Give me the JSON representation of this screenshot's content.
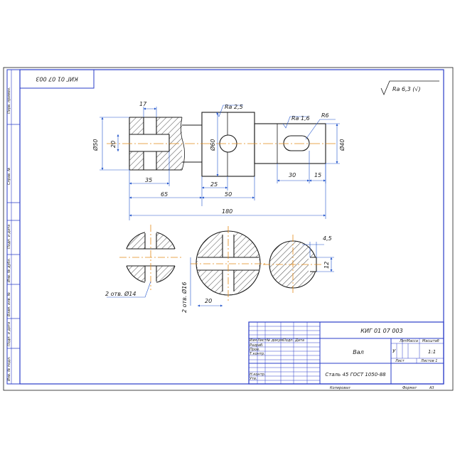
{
  "stamp_top": "КИГ 01 07 003",
  "roughness_general": "Ra 6,3 (√)",
  "roughness": {
    "a": "Ra 2,5",
    "b": "Ra 1,6"
  },
  "radius": "R6",
  "dims": {
    "d17": "17",
    "d50": "Ø50",
    "d20": "20",
    "d60": "Ø60",
    "d40": "Ø40",
    "d35": "35",
    "d25": "25",
    "d30": "30",
    "d15": "15",
    "d65": "65",
    "d50b": "50",
    "d180": "180",
    "d45": "4,5",
    "d12": "12",
    "d20b": "20",
    "holes14": "2 отв. Ø14",
    "holes16": "2 отв. Ø16"
  },
  "left_strip": [
    "Перв. примен.",
    "Справ. №",
    "Подп. и дата",
    "Инв. № дубл.",
    "Взам. инв. №",
    "Подп. и дата",
    "Инв. № подл."
  ],
  "title_block": {
    "code": "КИГ 01 07 003",
    "name": "Вал",
    "material": "Сталь 45 ГОСТ 1050-88",
    "header_cols": [
      "Изм",
      "Лист",
      "№ докум.",
      "Подп.",
      "Дата"
    ],
    "rows": [
      "Разраб.",
      "Пров.",
      "Т.контр.",
      "",
      "Н.контр.",
      "Утв."
    ],
    "col_lit": "Лит.",
    "col_mass": "Масса",
    "col_scale": "Масштаб",
    "lit_value": "У",
    "scale_value": "1:1",
    "sheet": "Лист",
    "sheets": "Листов 1",
    "copied": "Копировал",
    "format": "Формат",
    "format_value": "А3"
  }
}
